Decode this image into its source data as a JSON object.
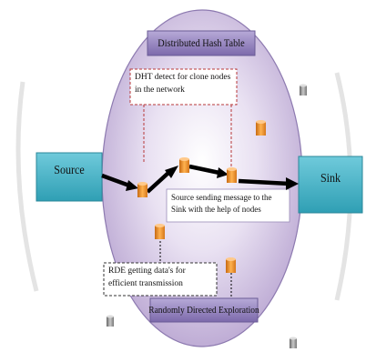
{
  "diagram": {
    "dht_title": "Distributed Hash Table",
    "rde_title": "Randomly Directed Exploration",
    "source_label": "Source",
    "sink_label": "Sink",
    "dht_note": "DHT detect for clone nodes in the network",
    "sending_note": "Source sending message to the Sink with the help of nodes",
    "rde_note": "RDE getting data's for efficient transmission"
  },
  "colors": {
    "ellipse_fill": "#c2b0d8",
    "header_box": "#9180bd",
    "endpoint_box": "#48b7c9",
    "node": "#f2962e",
    "arrow": "#000000",
    "dashed_red": "#b83838"
  }
}
